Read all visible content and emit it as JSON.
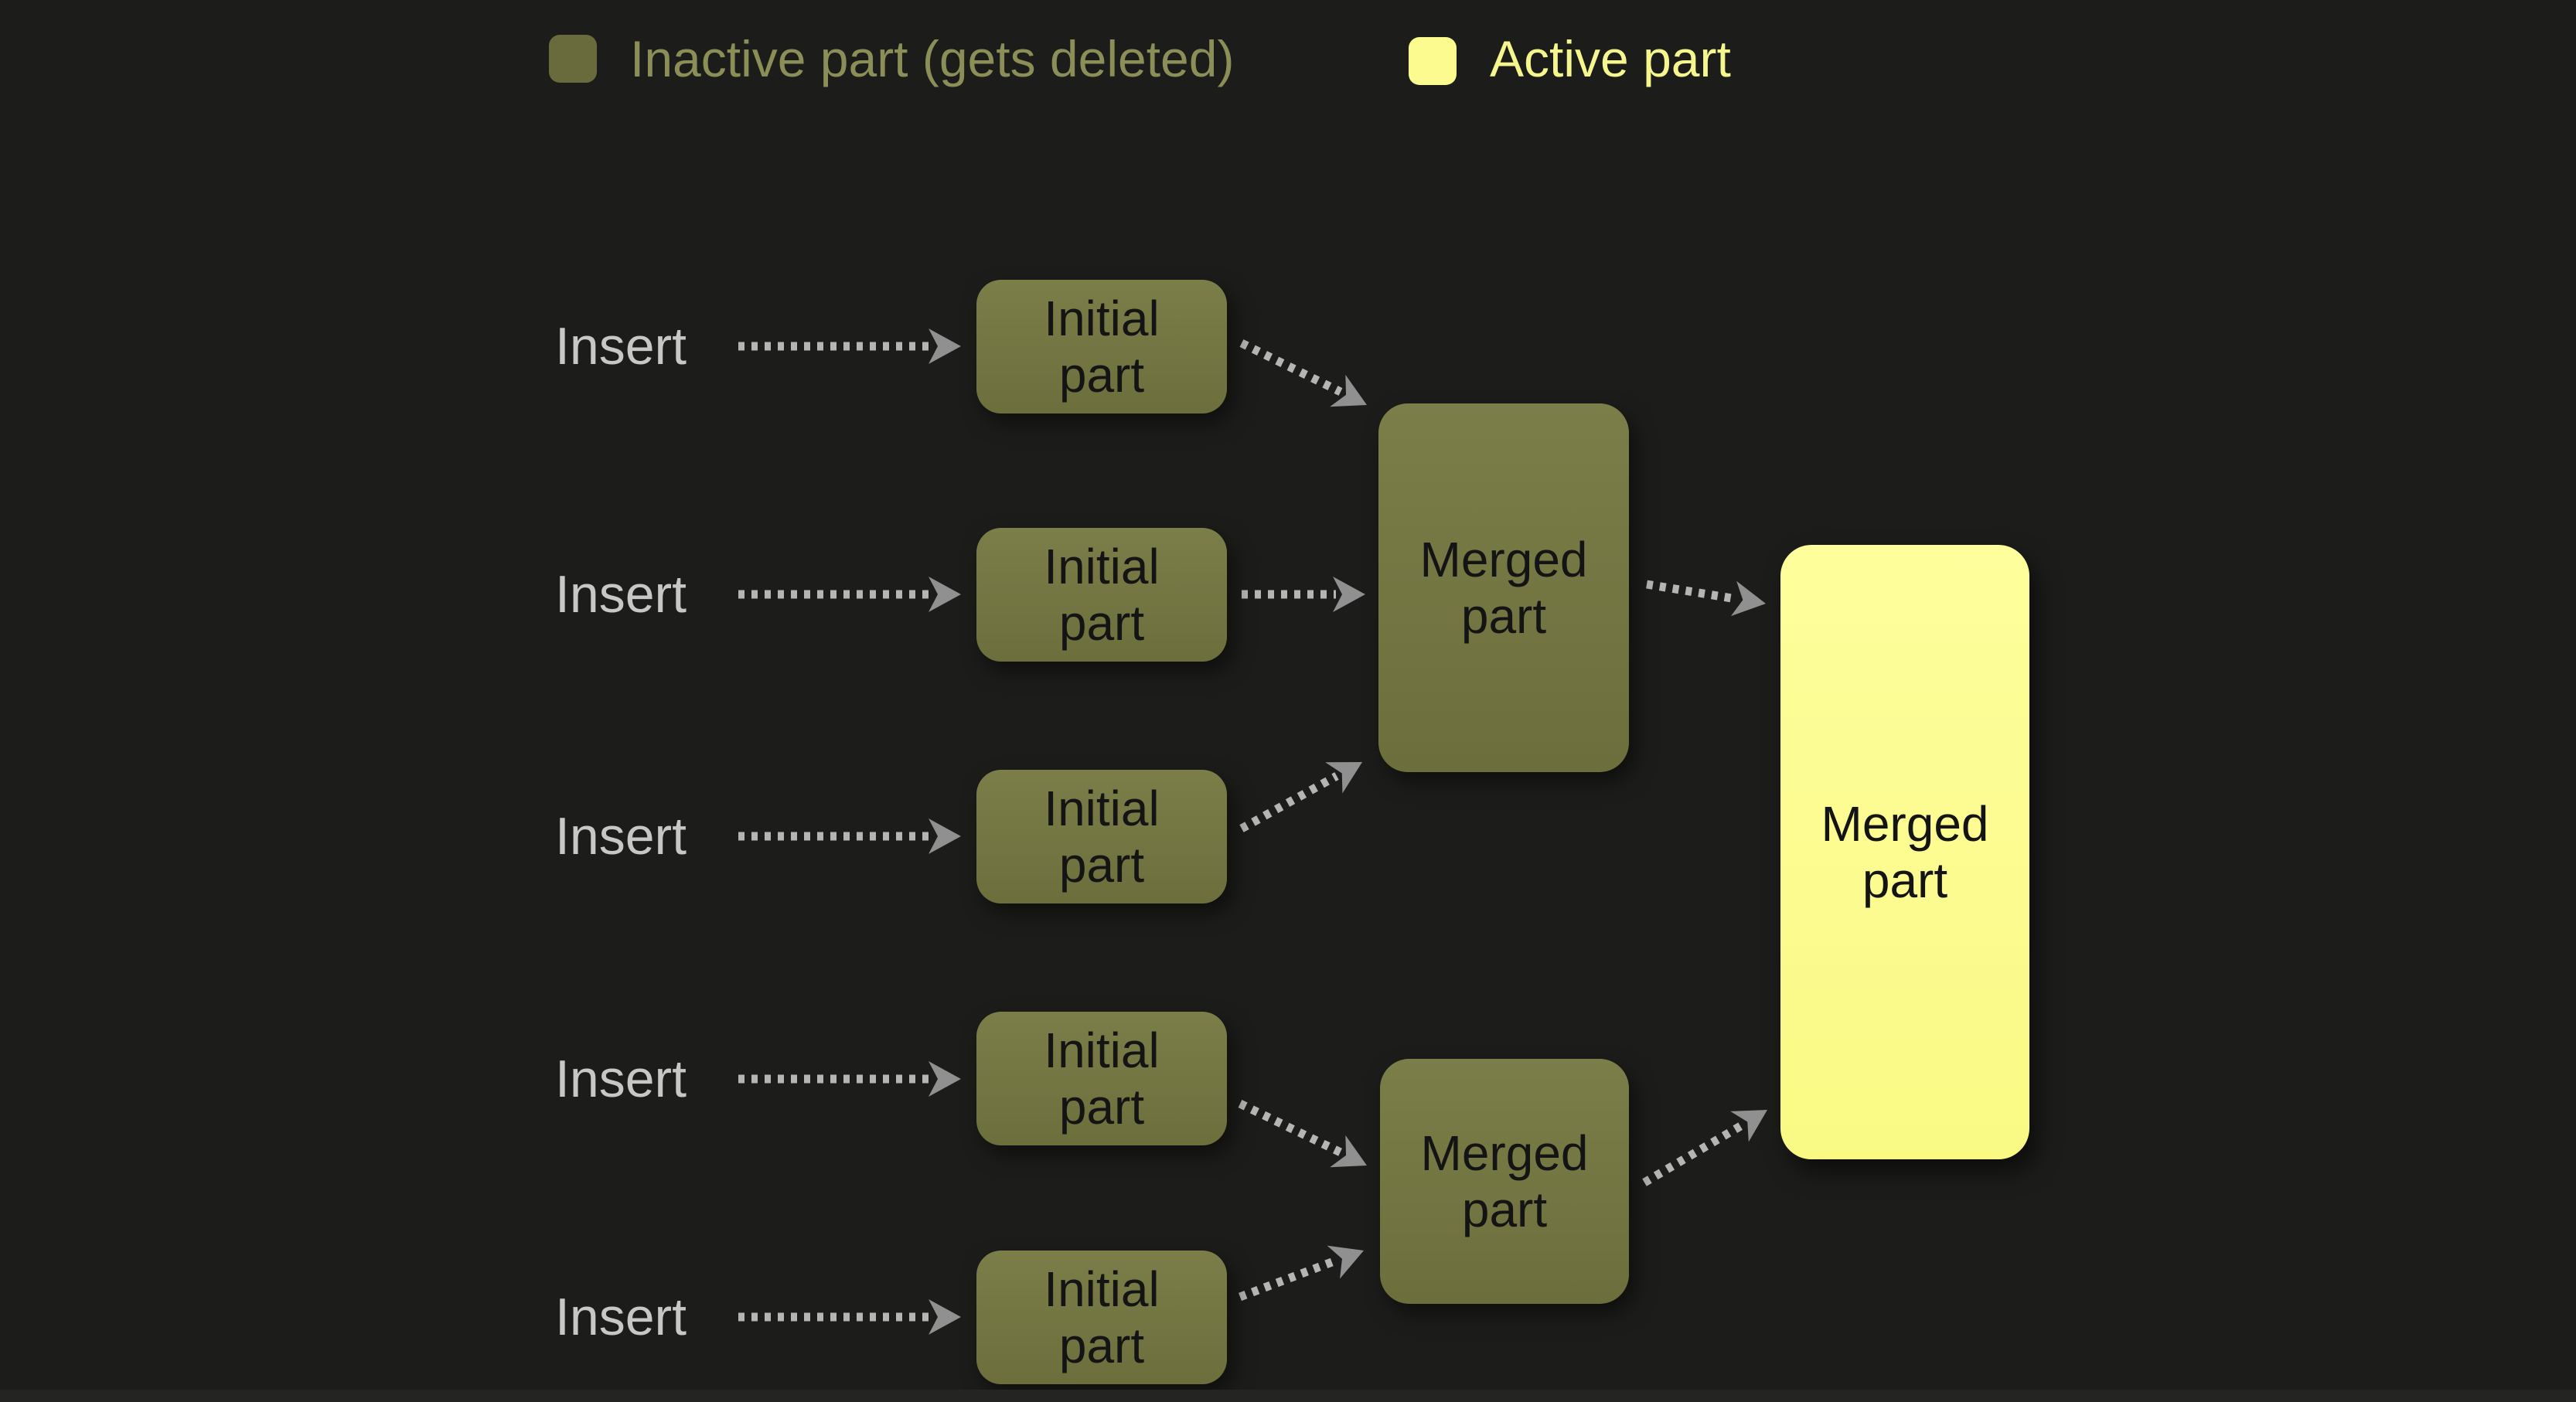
{
  "colors": {
    "background": "#1c1c1a",
    "inactive_fill_top": "#7c7e49",
    "inactive_fill_bottom": "#6c6e3c",
    "inactive_swatch": "#696b3c",
    "active_fill": "#fbfb8f",
    "arrow_dash": "#b5b5b5",
    "arrow_head": "#909090",
    "insert_text": "#c7c7c7",
    "box_text": "#141414",
    "legend_inactive_text": "#8c8e57",
    "legend_active_text": "#f6f68e"
  },
  "legend": {
    "inactive": {
      "label": "Inactive part (gets deleted)"
    },
    "active": {
      "label": "Active part"
    }
  },
  "rows": [
    {
      "label": "Insert"
    },
    {
      "label": "Insert"
    },
    {
      "label": "Insert"
    },
    {
      "label": "Insert"
    },
    {
      "label": "Insert"
    }
  ],
  "nodes": {
    "initial": {
      "label": "Initial\npart"
    },
    "merged_top": {
      "label": "Merged\npart"
    },
    "merged_bottom": {
      "label": "Merged\npart"
    },
    "merged_final": {
      "label": "Merged\npart"
    }
  }
}
